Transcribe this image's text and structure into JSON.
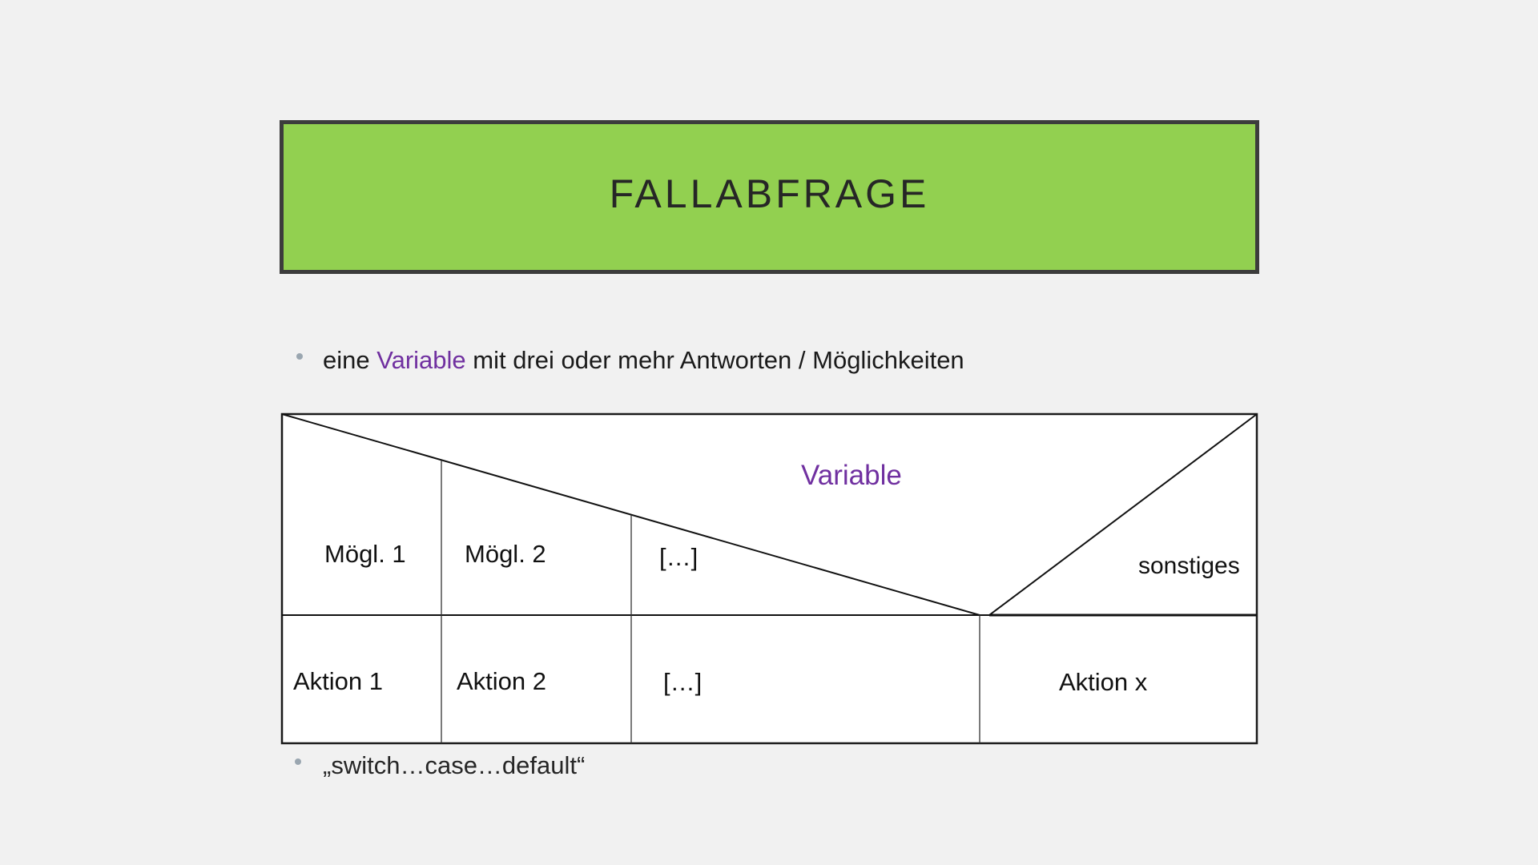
{
  "slide": {
    "title": "FALLABFRAGE",
    "colors": {
      "background": "#f1f1f1",
      "title_fill": "#92d050",
      "title_border": "#3c3c3c",
      "accent_purple": "#7030a0",
      "bullet": "#9aa6b0"
    }
  },
  "bullets": [
    {
      "parts": [
        {
          "text": "eine ",
          "style": "normal"
        },
        {
          "text": "Variable",
          "style": "purple"
        },
        {
          "text": " mit drei oder mehr Antworten / Möglichkeiten",
          "style": "normal"
        }
      ]
    },
    {
      "parts": [
        {
          "text": "„switch…case…default“",
          "style": "normal"
        }
      ]
    }
  ],
  "diagram": {
    "type": "struktogramm-fallabfrage",
    "header": "Variable",
    "cases": [
      "Mögl. 1",
      "Mögl. 2",
      "[…]"
    ],
    "default_case": "sonstiges",
    "actions": [
      "Aktion 1",
      "Aktion 2",
      "[…]",
      "Aktion x"
    ]
  }
}
